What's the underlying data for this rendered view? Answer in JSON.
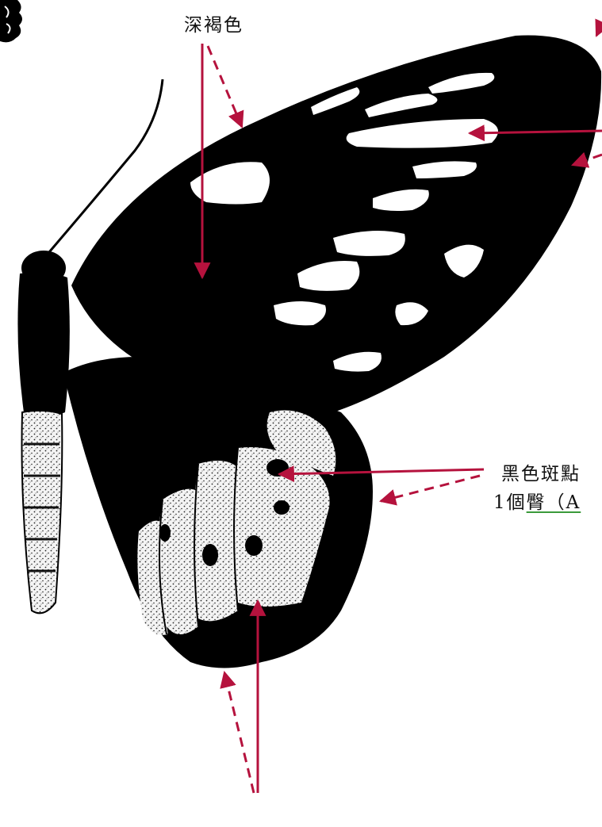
{
  "labels": {
    "dark_brown": "深褐色",
    "black_spots": "黑色斑點",
    "count_prefix": "1個",
    "count_underlined": "臀（A"
  },
  "colors": {
    "arrow": "#b5123d",
    "wing": "#000000",
    "speckle": "#f2f2f2",
    "background": "#ffffff"
  },
  "icons": {
    "corner": "flower-ornament-icon"
  }
}
